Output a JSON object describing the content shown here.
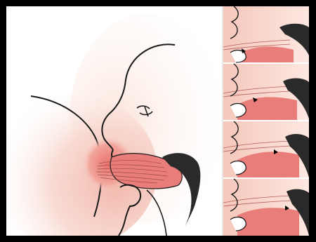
{
  "image": {
    "main_panel": "breastfeeding-latch-side-view",
    "side_panels": [
      {
        "step": 1
      },
      {
        "step": 2
      },
      {
        "step": 3
      },
      {
        "step": 4
      }
    ]
  },
  "colors": {
    "frame": "#000000",
    "background": "#ffffff",
    "skin": "#fbe3d9",
    "breast_fade": "#f6c9bd",
    "areola": "#ef8f86",
    "mouth": "#e97d79",
    "palate": "#2a2a2a",
    "outline": "#1a1a1a"
  }
}
